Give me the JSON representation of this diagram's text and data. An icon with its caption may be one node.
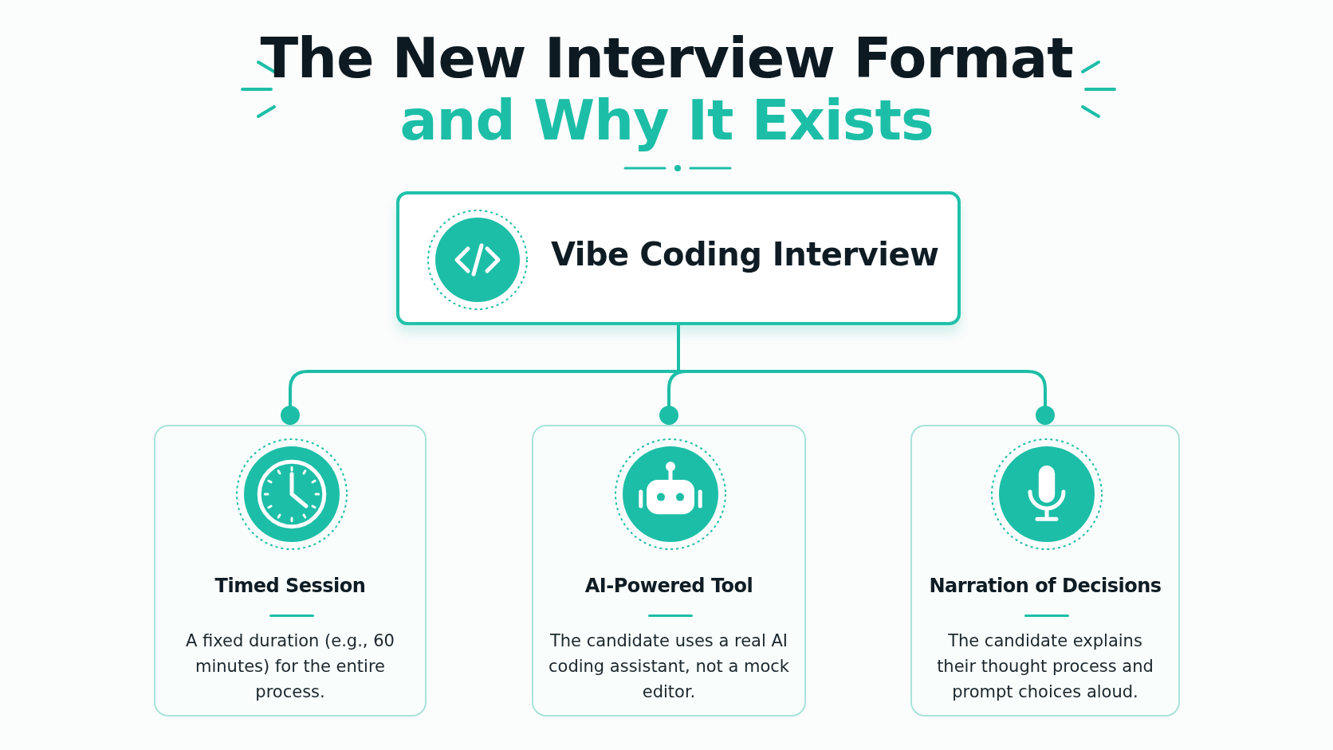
{
  "diagram": {
    "title": "The New Interview Format",
    "nodes": [
      {
        "text": [
          "Vibe Coding Interview"
        ]
      },
      {
        "text": [
          "Timed Session",
          "A fixed duration (e.g., 60 minutes) for the entire process."
        ]
      },
      {
        "text": [
          "AI-Powered Tool",
          "The candidate uses a real AI coding assistant, not a mock editor."
        ]
      },
      {
        "text": [
          "Narration of Decisions",
          "The candidate explains their thought process and prompt choices aloud."
        ]
      }
    ],
    "edges": [
      {
        "from": 0,
        "to": 1,
        "arrow": "other"
      },
      {
        "from": 0,
        "to": 2,
        "arrow": "other"
      },
      {
        "from": 0,
        "to": 3,
        "arrow": "other"
      }
    ],
    "labels": [
      "and Why It Exists"
    ]
  }
}
